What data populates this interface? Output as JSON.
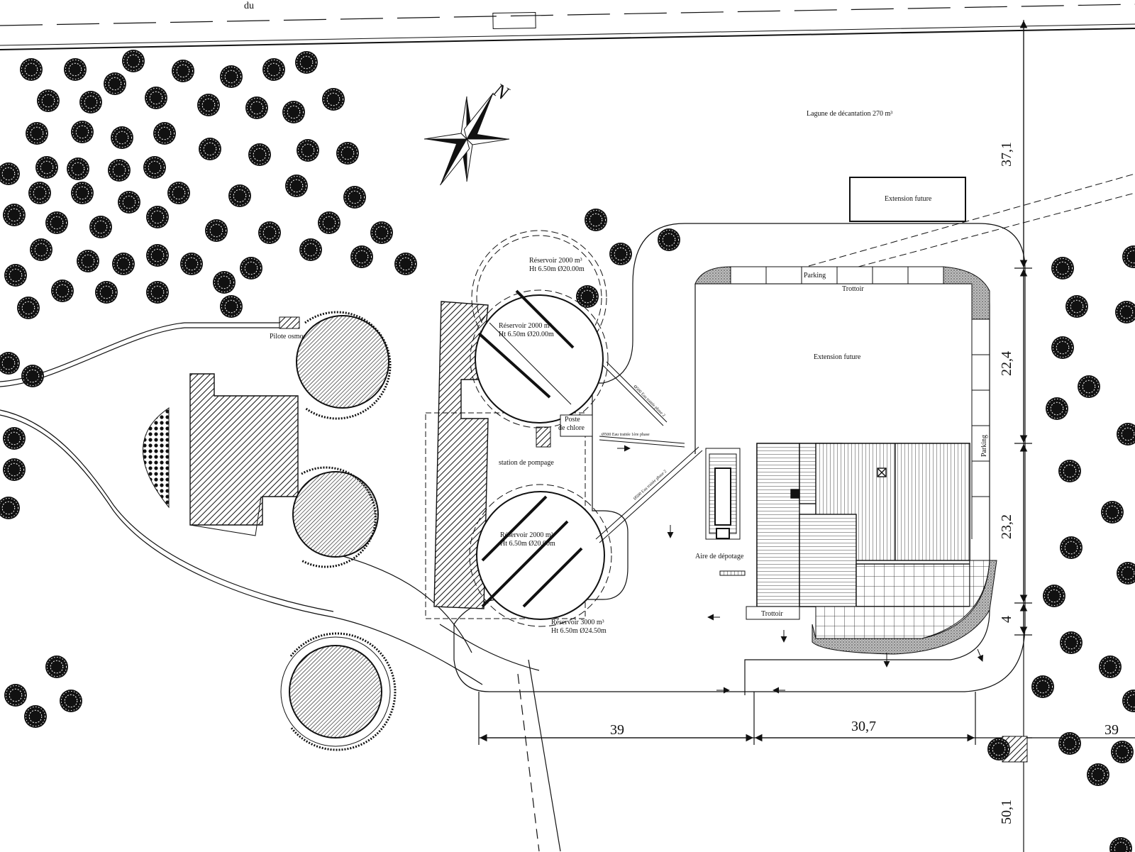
{
  "drawing": {
    "road_label": "du",
    "north_label": "N",
    "labels": {
      "lagune": "Lagune de décantation 270 m³",
      "extension_top": "Extension future",
      "extension_main": "Extension future",
      "parking_top": "Parking",
      "trottoir_top": "Trottoir",
      "parking_side": "Parking",
      "trottoir_bottom": "Trottoir",
      "aire_depotage": "Aire de dépotage",
      "pilote_osmose": "Pilote osmose",
      "station_pompage": "station de pompage",
      "poste_chlore_1": "Poste",
      "poste_chlore_2": "de chlore",
      "reservoir_a_1": "Réservoir 2000 m³",
      "reservoir_a_2": "Ht 6.50m Ø20.00m",
      "reservoir_b_1": "Réservoir 2000 m³",
      "reservoir_b_2": "Ht 6.50m Ø20.00m",
      "reservoir_c_1": "Réservoir 2000 m³",
      "reservoir_c_2": "Ht 6.50m Ø20.00m",
      "reservoir_d_1": "Réservoir 3000 m³",
      "reservoir_d_2": "Ht 6.50m Ø24.50m",
      "pipe_1": "Ø500 Eau traitée 1ère phase",
      "pipe_2": "Ø500 Eau traitée phase 2",
      "pipe_3": "Ø500 Eau traitée phase 2"
    },
    "dimensions": {
      "v_37_1": "37,1",
      "v_22_4": "22,4",
      "v_23_2": "23,2",
      "v_4": "4",
      "v_50_1": "50,1",
      "h_39_left": "39",
      "h_30_7": "30,7",
      "h_39_right": "39"
    }
  }
}
